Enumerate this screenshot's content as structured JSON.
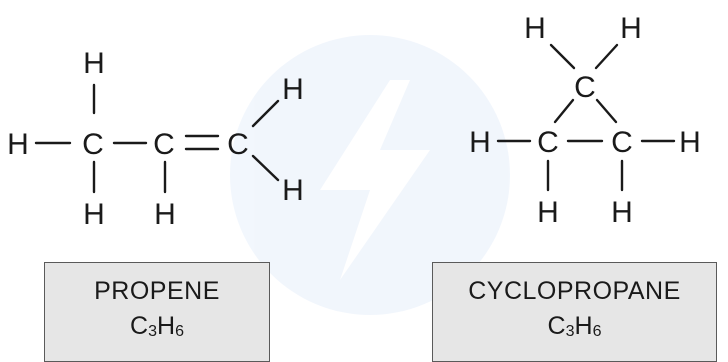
{
  "propene": {
    "atoms": {
      "h_top": "H",
      "h_left": "H",
      "c1": "C",
      "c2": "C",
      "c3": "C",
      "h_upper_right": "H",
      "h_lower_right": "H",
      "h_c1_bottom": "H",
      "h_c2_bottom": "H"
    },
    "name": "PROPENE",
    "formula": {
      "c": "C",
      "c_count": "3",
      "h": "H",
      "h_count": "6"
    }
  },
  "cyclopropane": {
    "atoms": {
      "h_top_left": "H",
      "h_top_right": "H",
      "c_top": "C",
      "c_left": "C",
      "c_right": "C",
      "h_left": "H",
      "h_right": "H",
      "h_bottom_left": "H",
      "h_bottom_right": "H"
    },
    "name": "CYCLOPROPANE",
    "formula": {
      "c": "C",
      "c_count": "3",
      "h": "H",
      "h_count": "6"
    }
  }
}
